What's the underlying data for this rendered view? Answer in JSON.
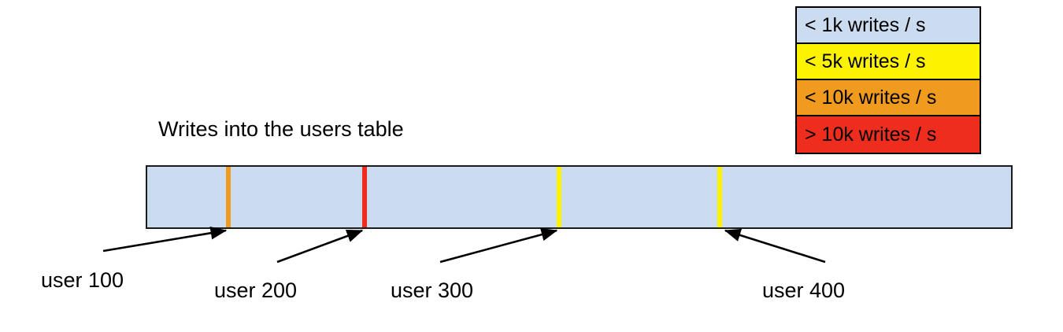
{
  "chart_data": {
    "type": "bar",
    "title": "Writes into the users table",
    "xlabel": "",
    "ylabel": "",
    "description": "Single horizontal keyspace band showing write-rate hot spots at user boundaries",
    "band": {
      "fill_color": "#cbdbf0",
      "stroke_color": "#1b1b1b",
      "base_category": "< 1k writes / s"
    },
    "categories": [
      "user 100",
      "user 200",
      "user 300",
      "user 400"
    ],
    "values": [
      "< 10k writes / s",
      "> 10k writes / s",
      "< 5k writes / s",
      "< 5k writes / s"
    ],
    "markers": [
      {
        "label": "user 100",
        "position_pct": 9.5,
        "category": "< 10k writes / s",
        "color": "#f09a1e"
      },
      {
        "label": "user 200",
        "position_pct": 25.1,
        "category": "> 10k writes / s",
        "color": "#ee2d1e"
      },
      {
        "label": "user 300",
        "position_pct": 47.5,
        "category": "< 5k writes / s",
        "color": "#fdf200"
      },
      {
        "label": "user 400",
        "position_pct": 66.1,
        "category": "< 5k writes / s",
        "color": "#fdf200"
      }
    ],
    "legend_position": "top-right",
    "grid": false
  },
  "legend": {
    "title": "",
    "items": [
      {
        "label": "< 1k writes / s",
        "color": "#cbdbf0"
      },
      {
        "label": "< 5k writes / s",
        "color": "#fdf200"
      },
      {
        "label": "< 10k writes / s",
        "color": "#f09a1e"
      },
      {
        "label": "> 10k writes / s",
        "color": "#ee2d1e"
      }
    ]
  },
  "annotations": {
    "labels": [
      {
        "text": "user 100"
      },
      {
        "text": "user 200"
      },
      {
        "text": "user 300"
      },
      {
        "text": "user 400"
      }
    ]
  },
  "colors": {
    "background": "#ffffff",
    "outline": "#1b1b1b",
    "text": "#000000",
    "blue": "#cbdbf0",
    "yellow": "#fdf200",
    "orange": "#f09a1e",
    "red": "#ee2d1e"
  }
}
